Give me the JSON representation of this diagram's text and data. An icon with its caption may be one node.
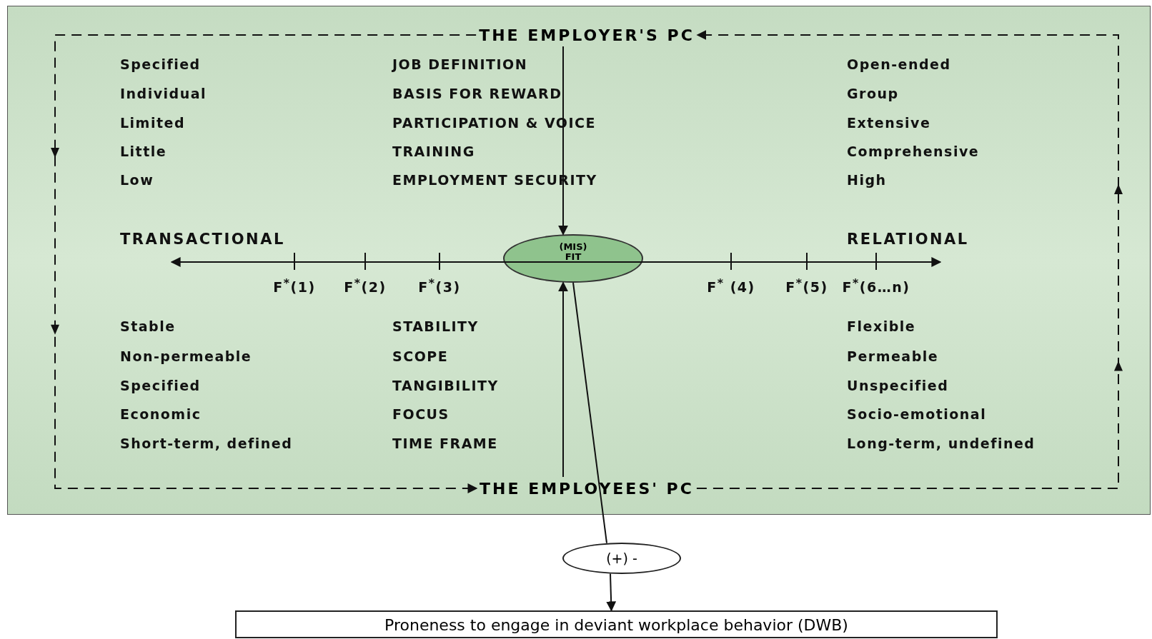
{
  "diagram": {
    "nodes": [
      {
        "text": [],
        "shape": "box"
      },
      {
        "text": [
          "THE EMPLOYER'S PC"
        ],
        "in": 0
      },
      {
        "text": [
          "THE EMPLOYEES' PC"
        ],
        "in": 0
      },
      {
        "text": [
          "(MIS) FIT"
        ],
        "in": 0
      },
      {
        "text": [
          "(+) -"
        ]
      },
      {
        "text": [
          "Proneness to engage in deviant workplace behavior (DWB)"
        ]
      }
    ],
    "edges": [
      {
        "from": 1,
        "to": 2,
        "arrow": "to",
        "style": "dashed"
      },
      {
        "from": 2,
        "to": 1,
        "arrow": "to",
        "style": "dashed"
      },
      {
        "from": 1,
        "to": 3,
        "arrow": "to"
      },
      {
        "from": 2,
        "to": 3,
        "arrow": "to"
      },
      {
        "from": 3,
        "to": 4,
        "arrow": "none"
      },
      {
        "from": 4,
        "to": 5,
        "arrow": "to"
      }
    ],
    "labels": [
      "Specified",
      "JOB DEFINITION",
      "Open-ended",
      "Individual",
      "BASIS FOR REWARD",
      "Group",
      "Limited",
      "PARTICIPATION & VOICE",
      "Extensive",
      "Little",
      "TRAINING",
      "Comprehensive",
      "Low",
      "EMPLOYMENT SECURITY",
      "High",
      "TRANSACTIONAL",
      "RELATIONAL",
      "F$^{*}$(1)",
      "F$^{*}$(2)",
      "F$^{*}$(3)",
      "F$^{*}$ (4)",
      "F$^{*}$(5)",
      "F$^{*}$(6…n)",
      "Stable",
      "STABILITY",
      "Flexible",
      "Non-permeable",
      "SCOPE",
      "Permeable",
      "Specified",
      "TANGIBILITY",
      "Unspecified",
      "Economic",
      "FOCUS",
      "Socio-emotional",
      "Short-term, defined",
      "TIME FRAME",
      "Long-term, undefined"
    ]
  }
}
